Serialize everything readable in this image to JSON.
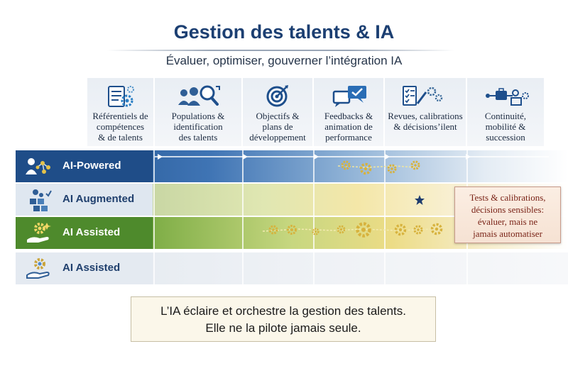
{
  "header": {
    "title": "Gestion des talents & IA",
    "subtitle": "Évaluer, optimiser, gouverner l’intégration IA"
  },
  "columns": [
    {
      "id": "referentiels",
      "icon": "skills-framework-icon",
      "lines": [
        "Référentiels de",
        "compétences",
        "& de talents"
      ]
    },
    {
      "id": "populations",
      "icon": "people-search-icon",
      "lines": [
        "Populations &",
        "identification",
        "des talents"
      ]
    },
    {
      "id": "objectifs",
      "icon": "target-icon",
      "lines": [
        "Objectifs &",
        "plans de",
        "développement"
      ]
    },
    {
      "id": "feedbacks",
      "icon": "chat-bubbles-icon",
      "lines": [
        "Feedbacks &",
        "animation de",
        "performance"
      ]
    },
    {
      "id": "revues",
      "icon": "checklist-icon",
      "lines": [
        "Revues, calibrations",
        "& décisions’ilent"
      ]
    },
    {
      "id": "continuite",
      "icon": "succession-icon",
      "lines": [
        "Continuité,",
        "mobilité &",
        "succession"
      ]
    }
  ],
  "rows": [
    {
      "id": "ai-powered",
      "label": "AI-Powered",
      "icon": "ai-network-person-icon"
    },
    {
      "id": "ai-augmented",
      "label": "AI Augmented",
      "icon": "augmented-blocks-icon"
    },
    {
      "id": "ai-assisted-1",
      "label": "AI Assisted",
      "icon": "hand-gear-icon"
    },
    {
      "id": "ai-assisted-2",
      "label": "AI Assisted",
      "icon": "hand-gear-icon"
    }
  ],
  "callout": {
    "lines": [
      "Tests & calibrations,",
      "décisions sensibles:",
      "évaluer, mais ne",
      "jamais automatiser"
    ]
  },
  "conclusion": {
    "lines": [
      "L’IA éclaire et orchestre la gestion des talents.",
      "Elle ne la pilote jamais seule."
    ]
  },
  "colors": {
    "navy": "#1c3f72",
    "powered_blue": "#2a5a9a",
    "augmented_green": "#8db44a",
    "assisted_green": "#5d9232",
    "callout_red": "#7a2418",
    "gear_gold": "#d7b23d"
  }
}
